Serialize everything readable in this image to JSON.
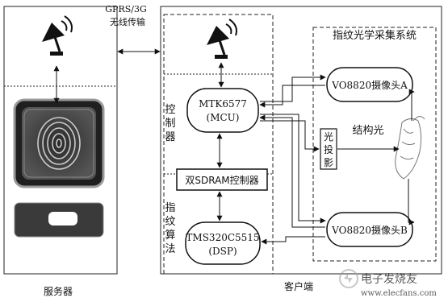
{
  "link_label_line1": "GPRS/3G",
  "link_label_line2": "无线传输",
  "server_label": "服务器",
  "client_label": "客户端",
  "optical_system_label": "指纹光学采集系统",
  "controller_label": [
    "控",
    "制",
    "器"
  ],
  "algorithm_label": [
    "指",
    "纹",
    "算",
    "法"
  ],
  "mcu_line1": "MTK6577",
  "mcu_line2": "(MCU)",
  "sdram_label": "双SDRAM控制器",
  "dsp_line1": "TMS320C5515",
  "dsp_line2": "(DSP)",
  "camera_a_label": "VO8820摄像头A",
  "camera_b_label": "VO8820摄像头B",
  "projector_label": [
    "光",
    "投",
    "影"
  ],
  "structured_light_label": "结构光",
  "watermark_text": "电子发烧友",
  "watermark_url": "www.elecfans.com",
  "icons": [
    "antenna-icon",
    "antenna-icon",
    "fingerprint-scanner-icon",
    "card-reader-icon",
    "finger-icon",
    "watermark-logo-icon"
  ]
}
